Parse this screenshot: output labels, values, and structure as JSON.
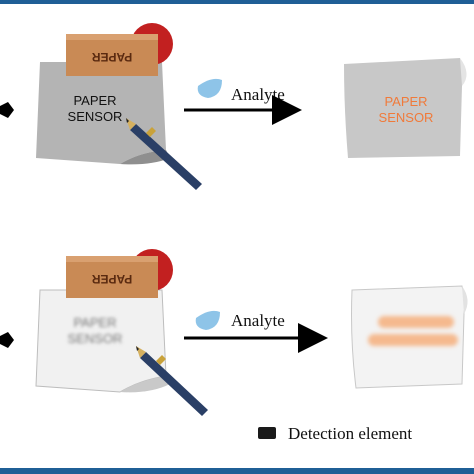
{
  "top_row": {
    "stamp_text": "PAPER",
    "sensor_line1": "PAPER",
    "sensor_line2": "SENSOR",
    "arrow_label": "Analyte",
    "result_line1": "PAPER",
    "result_line2": "SENSOR"
  },
  "bottom_row": {
    "stamp_text": "PAPER",
    "sensor_line1": "PAPER",
    "sensor_line2": "SENSOR",
    "arrow_label": "Analyte"
  },
  "legend": {
    "label": "Detection element"
  },
  "colors": {
    "frame": "#1f5f96",
    "result_text": "#f07a3a",
    "result_band": "#f5b98e",
    "droplet": "#8ec4e8"
  }
}
